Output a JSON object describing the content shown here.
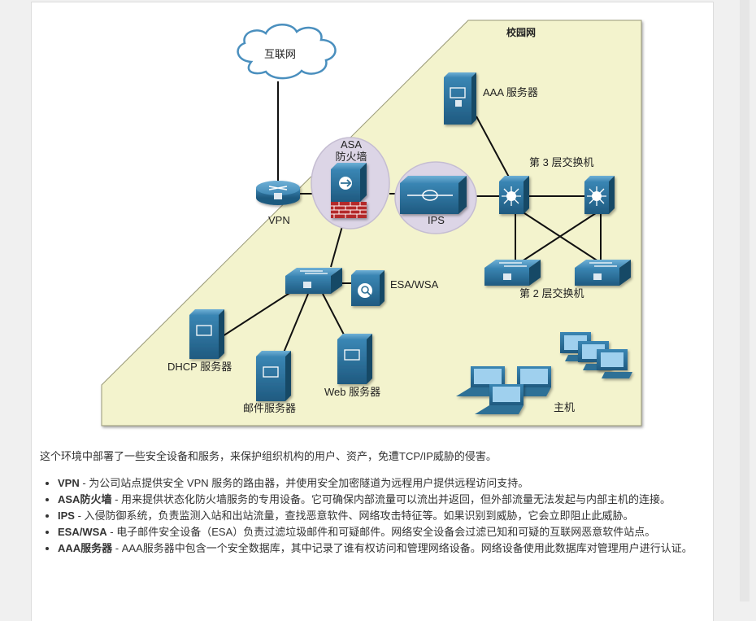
{
  "diagram": {
    "campus_label": "校园网",
    "internet": "互联网",
    "vpn": "VPN",
    "asa": "ASA\n防火墙",
    "ips": "IPS",
    "aaa": "AAA 服务器",
    "l3": "第 3 层交换机",
    "l2": "第 2 层交换机",
    "esa": "ESA/WSA",
    "dhcp": "DHCP 服务器",
    "mail": "邮件服务器",
    "web": "Web 服务器",
    "hosts": "主机",
    "colors": {
      "campus_fill": "#f3f3cd",
      "device_blue": "#2d6f96",
      "cloud": "#ffffff",
      "lens": "#dcd5e6"
    },
    "icons": [
      "cloud-icon",
      "router-icon",
      "firewall-icon",
      "ips-icon",
      "server-icon",
      "layer3-switch-icon",
      "layer2-switch-icon",
      "workgroup-switch-icon",
      "esa-appliance-icon",
      "laptop-icon",
      "desktop-pc-icon"
    ]
  },
  "content": {
    "intro": "这个环境中部署了一些安全设备和服务，来保护组织机构的用户、资产，免遭TCP/IP威胁的侵害。",
    "items": [
      {
        "term": "VPN",
        "desc": " - 为公司站点提供安全 VPN 服务的路由器，并使用安全加密隧道为远程用户提供远程访问支持。"
      },
      {
        "term": "ASA防火墙",
        "desc": " - 用来提供状态化防火墙服务的专用设备。它可确保内部流量可以流出并返回，但外部流量无法发起与内部主机的连接。"
      },
      {
        "term": "IPS",
        "desc": " - 入侵防御系统，负责监测入站和出站流量，查找恶意软件、网络攻击特征等。如果识别到威胁，它会立即阻止此威胁。"
      },
      {
        "term": "ESA/WSA",
        "desc": " - 电子邮件安全设备（ESA）负责过滤垃圾邮件和可疑邮件。网络安全设备会过滤已知和可疑的互联网恶意软件站点。"
      },
      {
        "term": "AAA服务器",
        "desc": " - AAA服务器中包含一个安全数据库，其中记录了谁有权访问和管理网络设备。网络设备使用此数据库对管理用户进行认证。"
      }
    ]
  }
}
